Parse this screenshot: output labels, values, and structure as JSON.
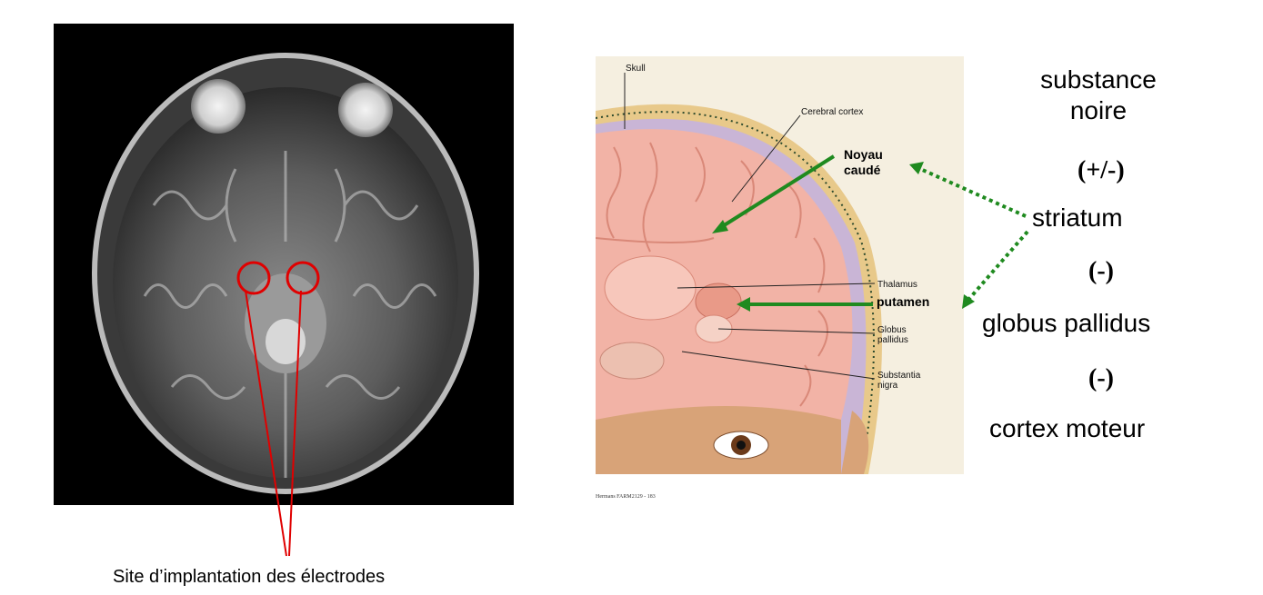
{
  "illustration": {
    "labels": {
      "skull": "Skull",
      "cerebral_cortex": "Cerebral cortex",
      "noyau_caude_line1": "Noyau",
      "noyau_caude_line2": "caudé",
      "thalamus": "Thalamus",
      "putamen": "putamen",
      "globus_line1": "Globus",
      "globus_line2": "pallidus",
      "substantia_line1": "Substantia",
      "substantia_line2": "nigra"
    },
    "credit": "Hermans FARM2129 -  183"
  },
  "pathway": {
    "substance_line1": "substance",
    "substance_line2": "noire",
    "sign1": "(+/-)",
    "striatum": "striatum",
    "sign2": "(-)",
    "globus_pallidus": "globus pallidus",
    "sign3": "(-)",
    "cortex_moteur": "cortex moteur"
  },
  "caption": "Site d’implantation des électrodes",
  "colors": {
    "arrow_green": "#1f8a1f",
    "marker_red": "#e00000",
    "brain_pink": "#f2b3a6",
    "skull_tan": "#e8c98a"
  }
}
